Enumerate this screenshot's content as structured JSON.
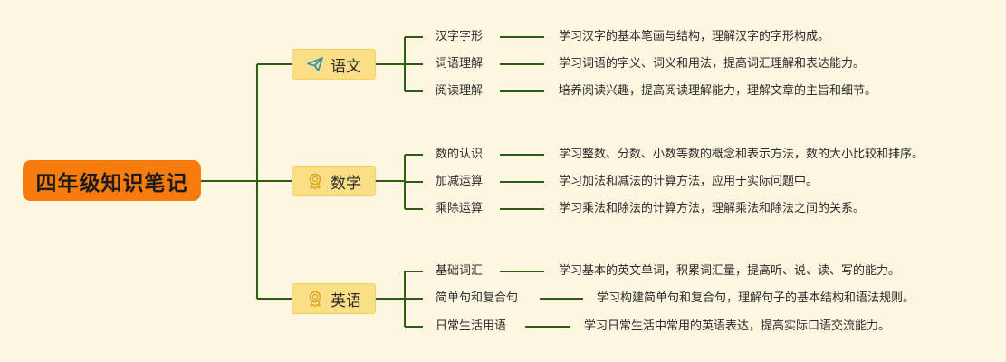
{
  "root": {
    "label": "四年级知识笔记"
  },
  "colors": {
    "line": "#2f5e10",
    "root_bg": "#f77b0d",
    "subject_bg": "#fadf86",
    "background": "#fdf6e1"
  },
  "subjects": [
    {
      "label": "语文",
      "icon": "paper-plane-icon",
      "topics": [
        {
          "label": "汉字字形",
          "desc": "学习汉字的基本笔画与结构，理解汉字的字形构成。"
        },
        {
          "label": "词语理解",
          "desc": "学习词语的字义、词义和用法，提高词汇理解和表达能力。"
        },
        {
          "label": "阅读理解",
          "desc": "培养阅读兴趣，提高阅读理解能力，理解文章的主旨和细节。"
        }
      ]
    },
    {
      "label": "数学",
      "icon": "award-ribbon-icon",
      "topics": [
        {
          "label": "数的认识",
          "desc": "学习整数、分数、小数等数的概念和表示方法，数的大小比较和排序。"
        },
        {
          "label": "加减运算",
          "desc": "学习加法和减法的计算方法，应用于实际问题中。"
        },
        {
          "label": "乘除运算",
          "desc": "学习乘法和除法的计算方法，理解乘法和除法之间的关系。"
        }
      ]
    },
    {
      "label": "英语",
      "icon": "award-ribbon-icon",
      "topics": [
        {
          "label": "基础词汇",
          "desc": "学习基本的英文单词，积累词汇量，提高听、说、读、写的能力。"
        },
        {
          "label": "简单句和复合句",
          "desc": "学习构建简单句和复合句，理解句子的基本结构和语法规则。"
        },
        {
          "label": "日常生活用语",
          "desc": "学习日常生活中常用的英语表达，提高实际口语交流能力。"
        }
      ]
    }
  ]
}
